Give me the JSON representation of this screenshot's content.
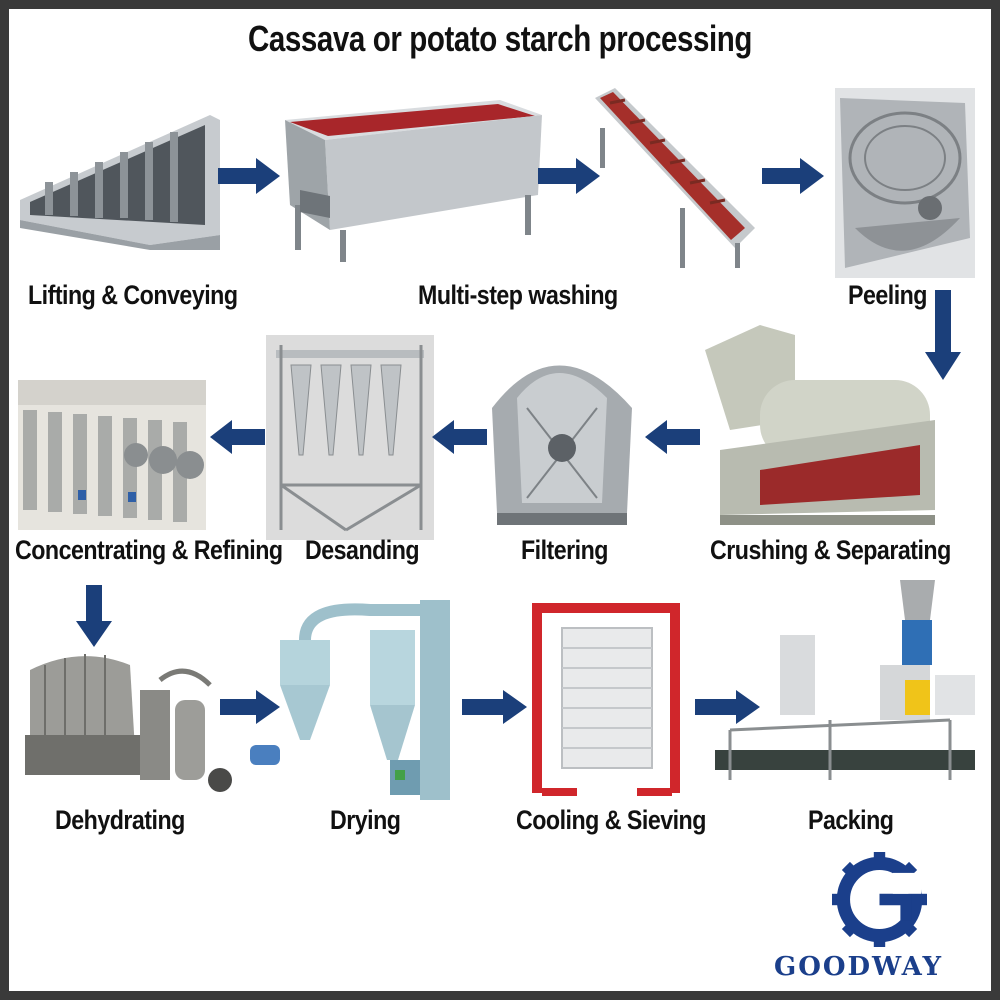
{
  "title": "Cassava or potato starch processing",
  "steps": [
    {
      "label": "Lifting & Conveying"
    },
    {
      "label": "Multi-step washing"
    },
    {
      "label": "Peeling"
    },
    {
      "label": "Crushing & Separating"
    },
    {
      "label": "Filtering"
    },
    {
      "label": "Desanding"
    },
    {
      "label": "Concentrating & Refining"
    },
    {
      "label": "Dehydrating"
    },
    {
      "label": "Drying"
    },
    {
      "label": "Cooling & Sieving"
    },
    {
      "label": "Packing"
    }
  ],
  "logo": {
    "text": "GOODWAY"
  },
  "colors": {
    "arrow": "#1b3f7a",
    "brand": "#1b3f8b",
    "machine_steel": "#9ea4a8",
    "machine_red": "#b3262c",
    "frame": "#3a3a3a"
  },
  "icons": [
    "arrow-right-icon",
    "arrow-left-icon",
    "arrow-down-icon",
    "goodway-gear-logo-icon"
  ]
}
